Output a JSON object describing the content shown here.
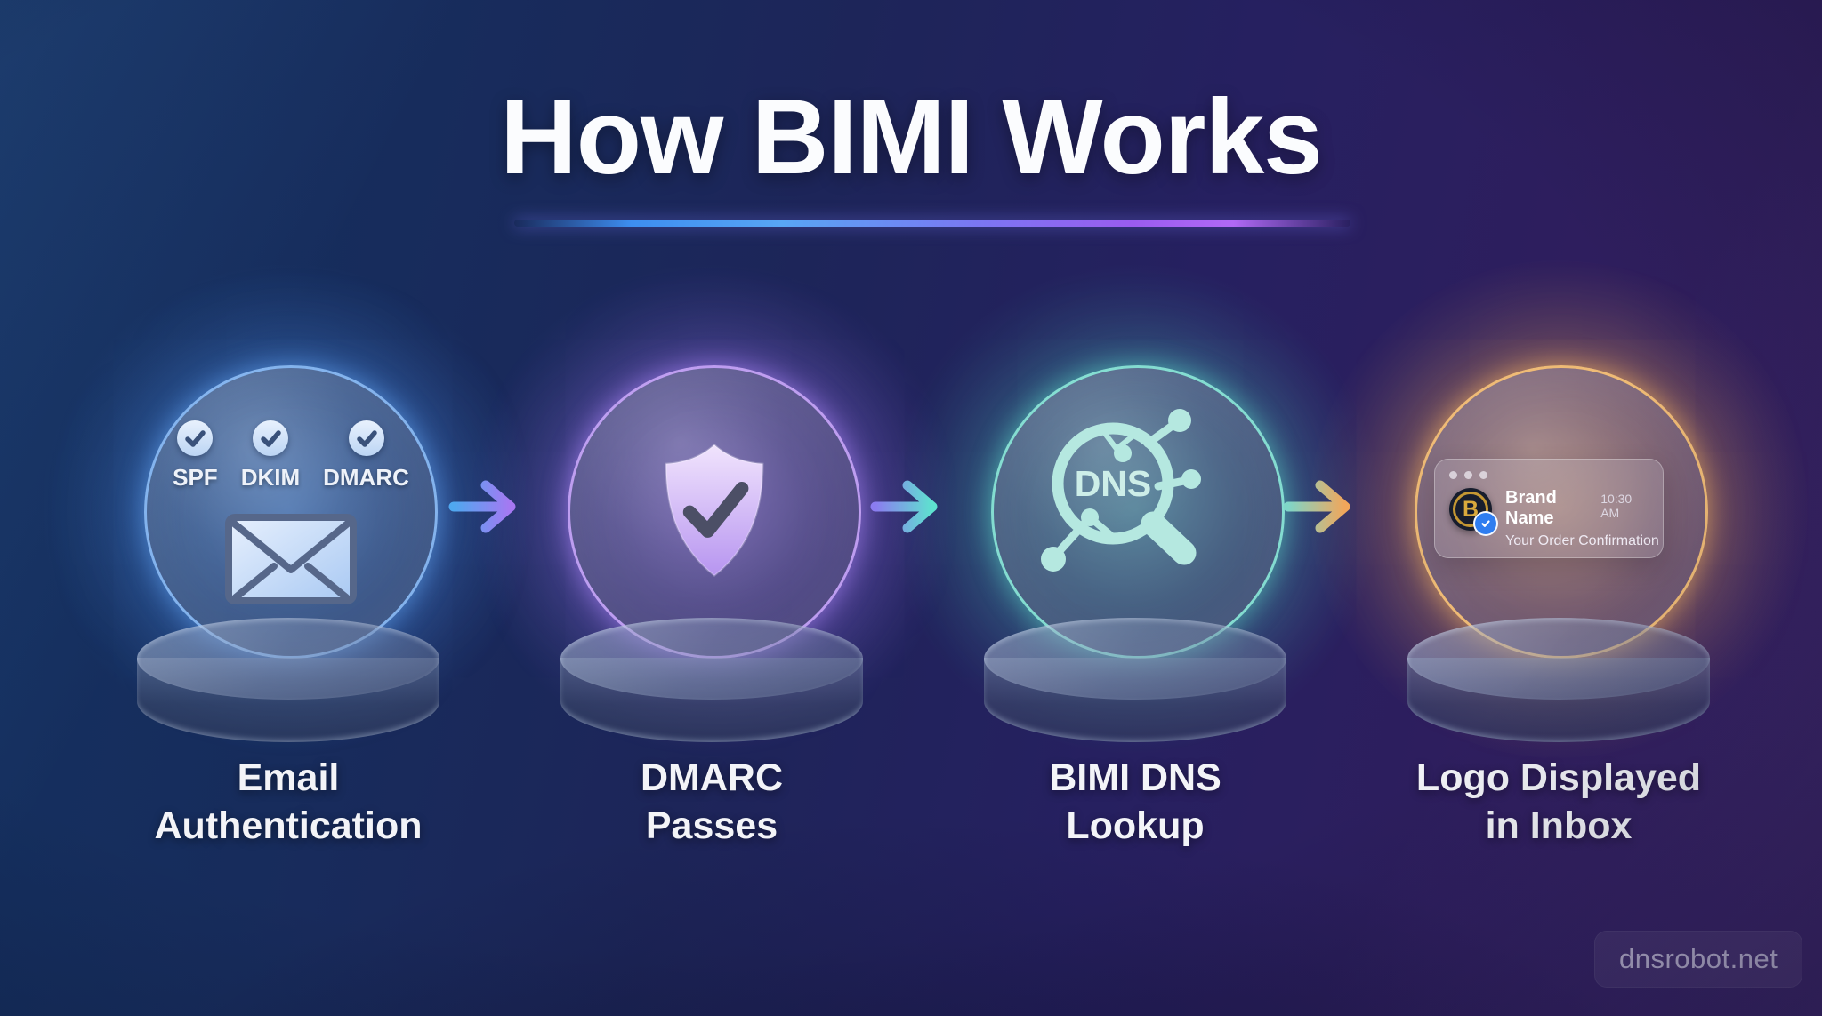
{
  "title": "How BIMI Works",
  "steps": [
    {
      "label": [
        "Email",
        "Authentication"
      ],
      "accent": "#5aa7f0",
      "icon": "envelope-icon",
      "badges": [
        {
          "label": "SPF"
        },
        {
          "label": "DKIM"
        },
        {
          "label": "DMARC"
        }
      ]
    },
    {
      "label": [
        "DMARC",
        "Passes"
      ],
      "accent": "#a678f2",
      "icon": "shield-check-icon"
    },
    {
      "label": [
        "BIMI DNS",
        "Lookup"
      ],
      "accent": "#5ee2cf",
      "icon": "dns-magnifier-icon",
      "dns_text": "DNS"
    },
    {
      "label": [
        "Logo Displayed",
        "in Inbox"
      ],
      "accent": "#f2a65a",
      "icon": "inbox-notification-card",
      "notification": {
        "logo_letter": "B",
        "brand_name": "Brand Name",
        "time": "10:30 AM",
        "subject": "Your Order Confirmation"
      }
    }
  ],
  "arrows": [
    {
      "from": "#4fa8f0",
      "to": "#a678f2"
    },
    {
      "from": "#8b7cf0",
      "to": "#5ee2cf"
    },
    {
      "from": "#7fd6c8",
      "to": "#f2a65a"
    }
  ],
  "watermark": "dnsrobot.net",
  "colors": {
    "background_left": "#133160",
    "background_right": "#341f5c",
    "title_text": "#fbfcfe",
    "label_text": "#f3f4f8"
  }
}
